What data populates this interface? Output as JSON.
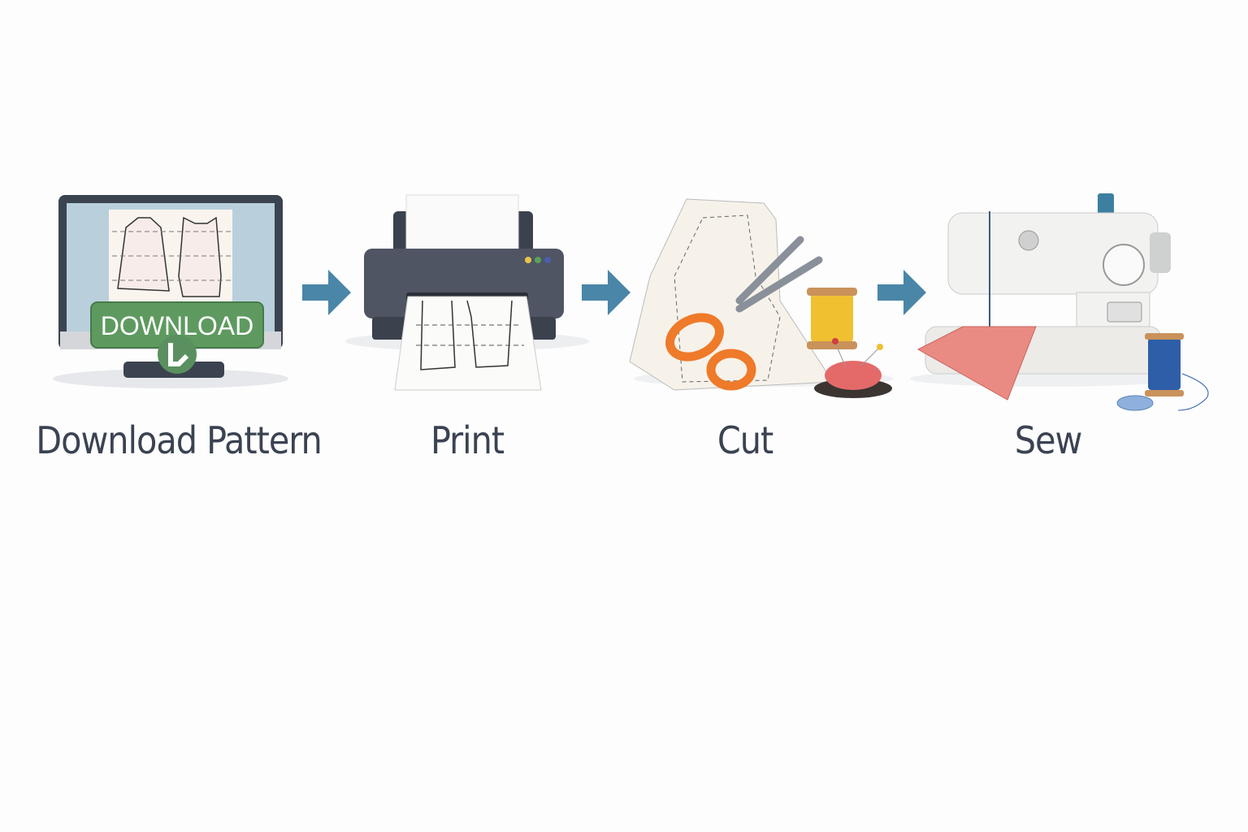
{
  "steps": [
    {
      "label": "Download Pattern",
      "button_text": "DOWNLOAD"
    },
    {
      "label": "Print"
    },
    {
      "label": "Cut"
    },
    {
      "label": "Sew"
    }
  ],
  "colors": {
    "arrow": "#4a86a8",
    "label": "#3b4352",
    "download_green": "#5e9a5f",
    "scissors_orange": "#ee7a2a"
  }
}
